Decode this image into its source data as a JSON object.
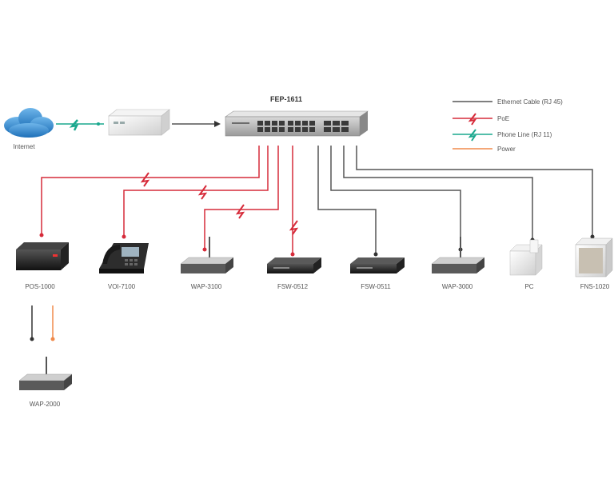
{
  "title": "FEP-1611",
  "legend": {
    "ethernet": "Ethernet Cable (RJ 45)",
    "poe": "PoE",
    "phone": "Phone Line (RJ 11)",
    "power": "Power"
  },
  "colors": {
    "ethernet": "#555555",
    "poe": "#d62b3a",
    "phone": "#1aa88e",
    "power": "#f08a4b"
  },
  "devices": {
    "internet": "Internet",
    "pos": "POS-1000",
    "voi": "VOI-7100",
    "wap3100": "WAP-3100",
    "fsw0512": "FSW-0512",
    "fsw0511": "FSW-0511",
    "wap3000": "WAP-3000",
    "pc": "PC",
    "fns": "FNS-1020",
    "wap2000": "WAP-2000"
  },
  "icons": {
    "internet": "cloud-icon",
    "modem": "modem-icon",
    "switch": "switch-icon",
    "pos": "poe-splitter-icon",
    "voi": "ip-phone-icon",
    "wap": "access-point-icon",
    "fsw": "desktop-switch-icon",
    "pc": "pc-icon",
    "fns": "nas-icon"
  }
}
